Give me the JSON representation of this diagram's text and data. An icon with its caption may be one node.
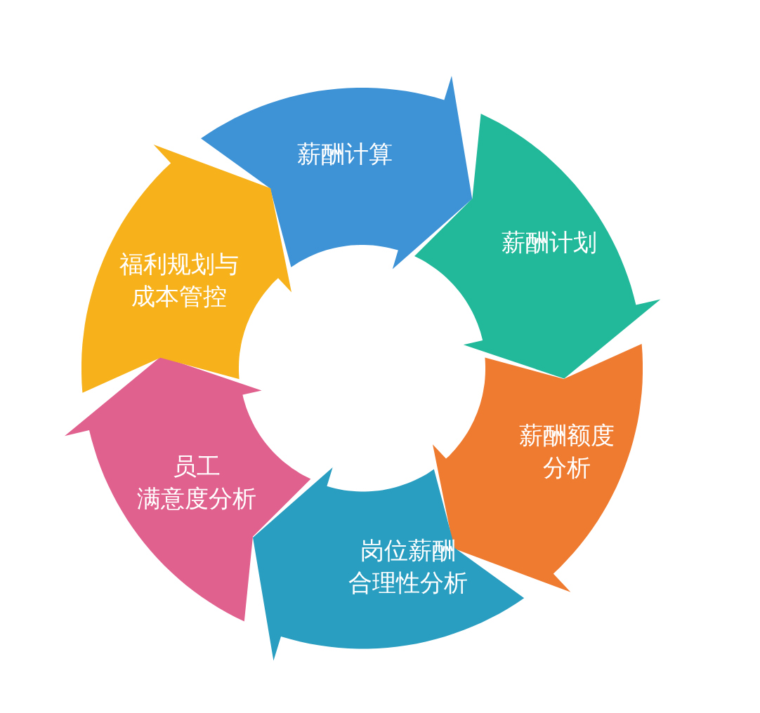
{
  "diagram": {
    "nodes": [
      {
        "text": [
          "薪酬计算"
        ]
      },
      {
        "text": [
          "薪酬计划"
        ]
      },
      {
        "text": [
          "薪酬额度分析"
        ]
      },
      {
        "text": [
          "岗位薪酬合理性分析"
        ]
      },
      {
        "text": [
          "员工满意度分析"
        ]
      },
      {
        "text": [
          "福利规划与成本管控"
        ]
      }
    ]
  }
}
